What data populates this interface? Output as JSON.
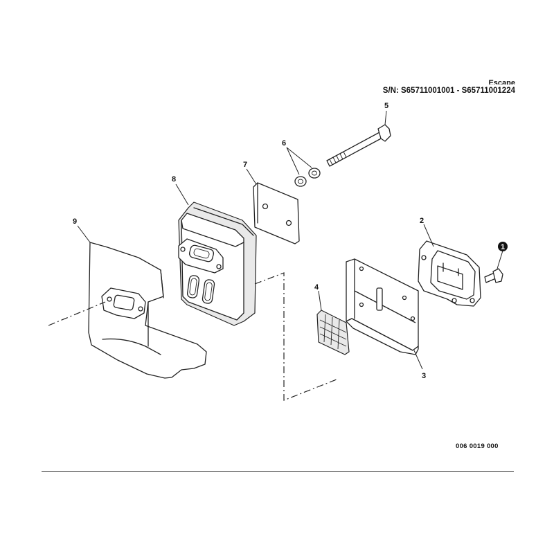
{
  "header": {
    "title": "Escape",
    "serial": "S/N: S65711001001 - S65711001224"
  },
  "callouts": {
    "c1": "1",
    "c2": "2",
    "c3": "3",
    "c4": "4",
    "c5": "5",
    "c6": "6",
    "c7": "7",
    "c8": "8",
    "c9": "9"
  },
  "drawing_code": "006 0019 000"
}
